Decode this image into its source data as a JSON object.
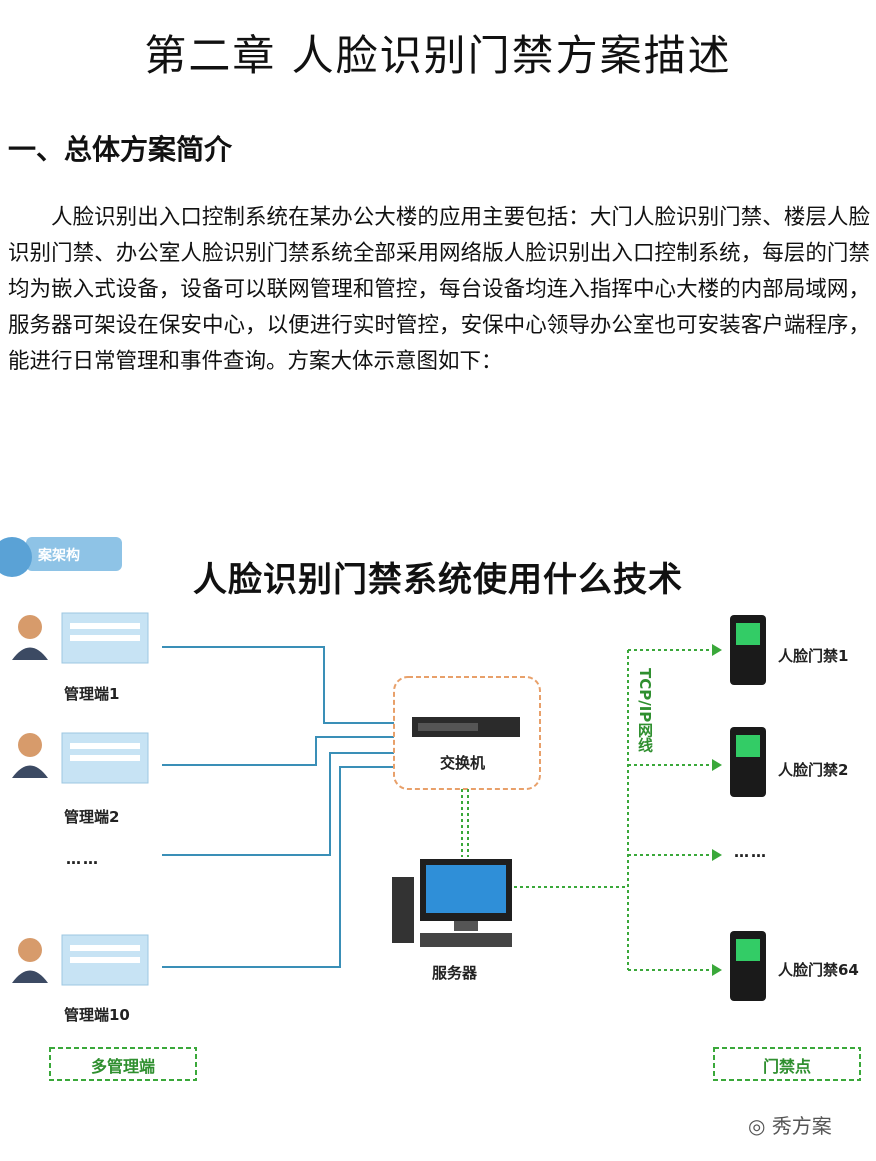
{
  "chapter_title": "第二章  人脸识别门禁方案描述",
  "section_title": "一、总体方案简介",
  "paragraph": "人脸识别出入口控制系统在某办公大楼的应用主要包括：大门人脸识别门禁、楼层人脸识别门禁、办公室人脸识别门禁系统全部采用网络版人脸识别出入口控制系统，每层的门禁均为嵌入式设备，设备可以联网管理和管控，每台设备均连入指挥中心大楼的内部局域网，服务器可架设在保安中心，以便进行实时管控，安保中心领导办公室也可安装客户端程序，能进行日常管理和事件查询。方案大体示意图如下：",
  "diagram": {
    "badge": "案架构",
    "overlay_title": "人脸识别门禁系统使用什么技术",
    "clients": [
      "管理端1",
      "管理端2",
      "管理端10"
    ],
    "client_ellipsis": "……",
    "switch_label": "交换机",
    "server_label": "服务器",
    "network_label": "TCP/IP网线",
    "doors": [
      "人脸门禁1",
      "人脸门禁2",
      "人脸门禁64"
    ],
    "door_ellipsis": "……",
    "left_group": "多管理端",
    "right_group": "门禁点",
    "colors": {
      "line_blue": "#3a8fb7",
      "line_green": "#3aa83a",
      "switch_border": "#e8a06a"
    }
  },
  "watermark": "秀方案"
}
